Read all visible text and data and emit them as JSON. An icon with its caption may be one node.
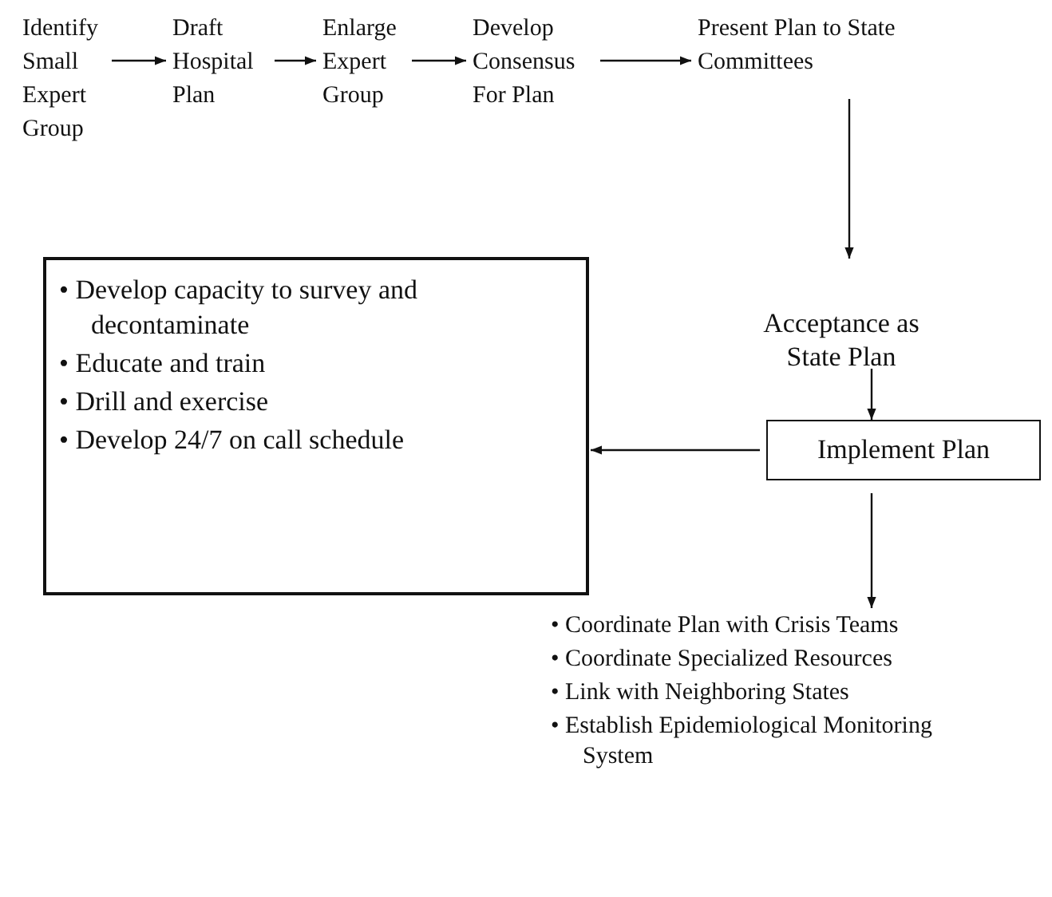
{
  "diagram": {
    "nodes": [
      {
        "text": [
          "Identify Small Expert Group"
        ]
      },
      {
        "text": [
          "Draft Hospital Plan"
        ]
      },
      {
        "text": [
          "Enlarge Expert Group"
        ]
      },
      {
        "text": [
          "Develop Consensus For Plan"
        ]
      },
      {
        "text": [
          "Present Plan to State Committees"
        ]
      },
      {
        "text": [
          "Acceptance as State Plan"
        ]
      },
      {
        "text": [
          "Implement Plan"
        ]
      },
      {
        "text": [
          "• Develop capacity to survey and decontaminate",
          "• Educate and train",
          "• Drill and exercise",
          "• Develop 24/7 on call schedule"
        ]
      },
      {
        "text": [
          "• Coordinate Plan with Crisis Teams",
          "• Coordinate Specialized Resources",
          "• Link with Neighboring States",
          "• Establish Epidemiological Monitoring System"
        ]
      }
    ],
    "edges": [
      {
        "from": 0,
        "to": 1,
        "arrow": "to"
      },
      {
        "from": 1,
        "to": 2,
        "arrow": "to"
      },
      {
        "from": 2,
        "to": 3,
        "arrow": "to"
      },
      {
        "from": 3,
        "to": 4,
        "arrow": "to"
      },
      {
        "from": 4,
        "to": 5,
        "arrow": "to"
      },
      {
        "from": 5,
        "to": 6,
        "arrow": "to"
      },
      {
        "from": 6,
        "to": 7,
        "arrow": "to"
      },
      {
        "from": 6,
        "to": 8,
        "arrow": "to"
      }
    ]
  }
}
